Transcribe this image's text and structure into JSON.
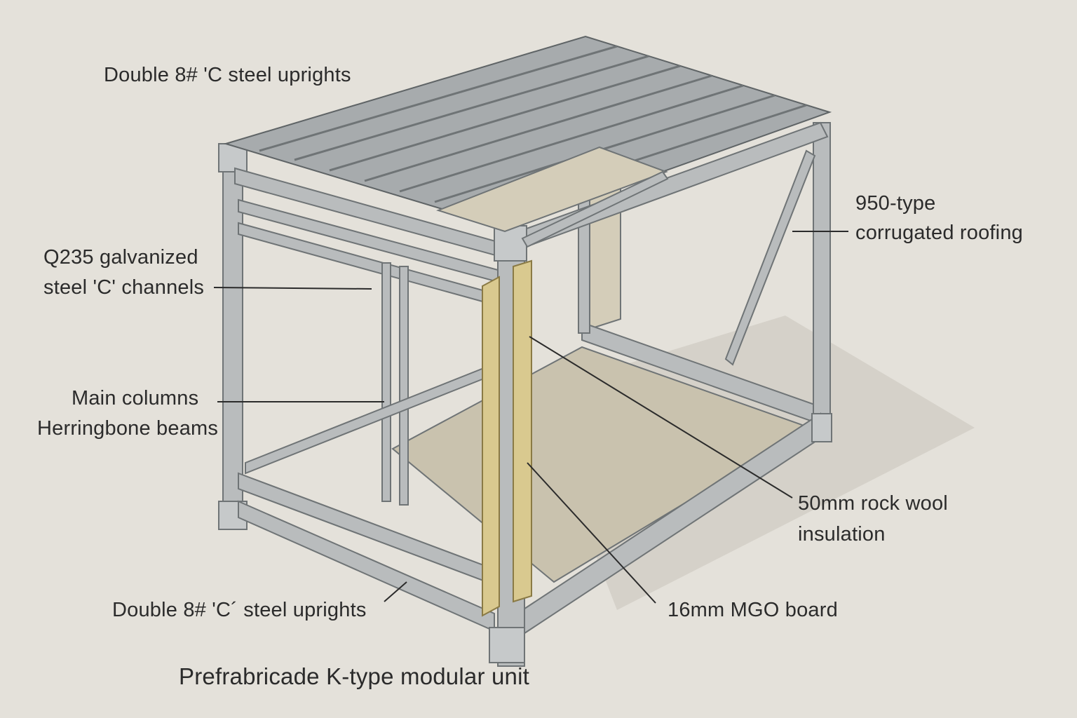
{
  "diagram": {
    "labels": {
      "top_uprights": "Double 8# 'C steel uprights",
      "roofing_line1": "950-type",
      "roofing_line2": "corrugated roofing",
      "channels_line1": "Q235 galvanized",
      "channels_line2": "steel 'C' channels",
      "columns_line1": "Main columns",
      "columns_line2": "Herringbone beams",
      "rockwool_line1": "50mm rock wool",
      "rockwool_line2": "insulation",
      "bottom_uprights": "Double 8# 'C´ steel uprights",
      "mgo_board": "16mm MGO board",
      "unit_title": "Prefrabricade K-type modular unit"
    },
    "colors": {
      "background": "#e4e1da",
      "steel": "#b9bcbd",
      "steel_dark": "#6f7476",
      "roof": "#a7abad",
      "insulation": "#d9c98f",
      "floor": "#c9c2ae",
      "wall_panel": "#d4cdb9",
      "leader_line": "#2b2b2b"
    }
  }
}
